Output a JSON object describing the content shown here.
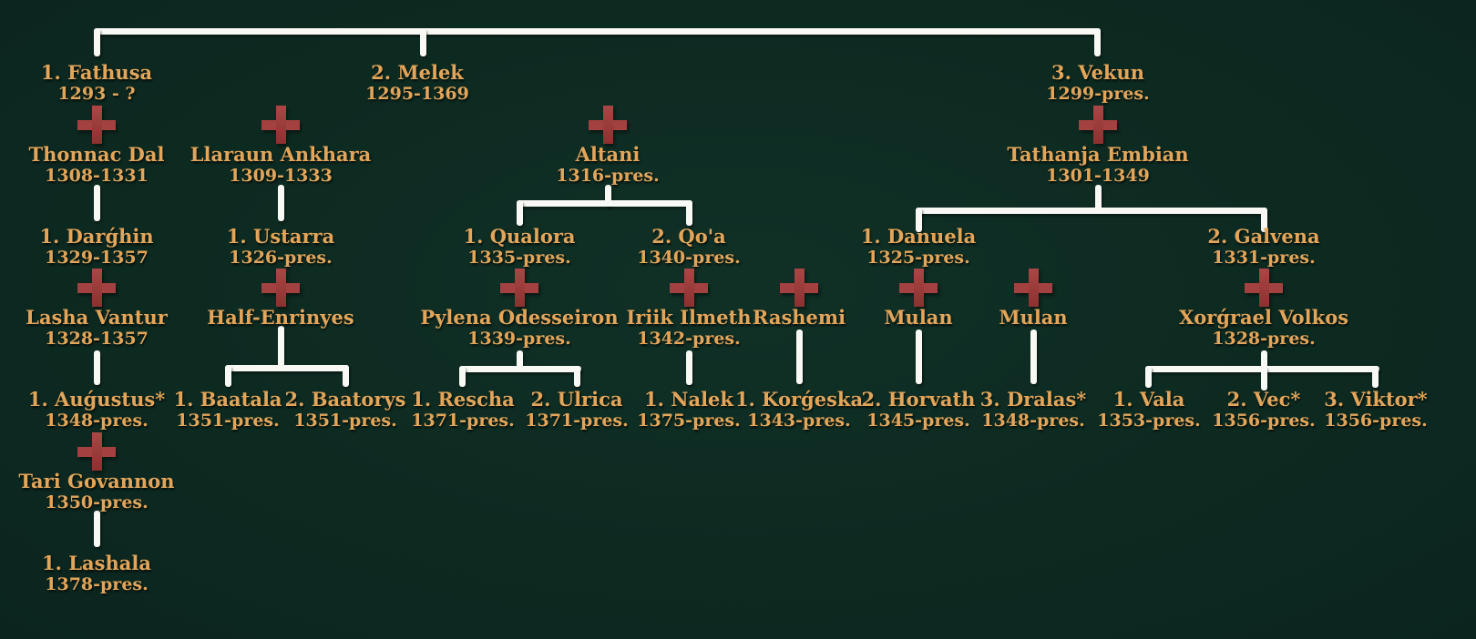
{
  "diagram": {
    "type": "family-tree",
    "background_color": "#0d2a21",
    "text_color": "#e2a55a",
    "line_color": "#f8f8f4",
    "cross_color": "#a34140",
    "cross_meaning": "marriage",
    "generations": 5
  },
  "people": {
    "fathusa": {
      "name": "1. Fathusa",
      "dates": "1293 - ?"
    },
    "melek": {
      "name": "2. Melek",
      "dates": "1295-1369"
    },
    "vekun": {
      "name": "3. Vekun",
      "dates": "1299-pres."
    },
    "thonnac": {
      "name": "Thonnac Dal",
      "dates": "1308-1331"
    },
    "llaraun": {
      "name": "Llaraun Ankhara",
      "dates": "1309-1333"
    },
    "altani": {
      "name": "Altani",
      "dates": "1316-pres."
    },
    "tathanja": {
      "name": "Tathanja Embian",
      "dates": "1301-1349"
    },
    "darghin": {
      "name": "1. Darǵhin",
      "dates": "1329-1357"
    },
    "ustarra": {
      "name": "1. Ustarra",
      "dates": "1326-pres."
    },
    "qualora": {
      "name": "1. Qualora",
      "dates": "1335-pres."
    },
    "qoa": {
      "name": "2. Qo'a",
      "dates": "1340-pres."
    },
    "danuela": {
      "name": "1. Danuela",
      "dates": "1325-pres."
    },
    "galvena": {
      "name": "2. Galvena",
      "dates": "1331-pres."
    },
    "lasha": {
      "name": "Lasha Vantur",
      "dates": "1328-1357"
    },
    "half_enrinyes": {
      "name": "Half-Enrinyes"
    },
    "pylena": {
      "name": "Pylena Odesseiron",
      "dates": "1339-pres."
    },
    "iriik": {
      "name": "Iriik Ilmeth",
      "dates": "1342-pres."
    },
    "rashemi": {
      "name": "Rashemi"
    },
    "mulan1": {
      "name": "Mulan"
    },
    "mulan2": {
      "name": "Mulan"
    },
    "xorgrael": {
      "name": "Xorǵrael Volkos",
      "dates": "1328-pres."
    },
    "augustus": {
      "name": "1. Auǵustus*",
      "dates": "1348-pres."
    },
    "baatala": {
      "name": "1. Baatala",
      "dates": "1351-pres."
    },
    "baatorys": {
      "name": "2. Baatorys",
      "dates": "1351-pres."
    },
    "rescha": {
      "name": "1. Rescha",
      "dates": "1371-pres."
    },
    "ulrica": {
      "name": "2. Ulrica",
      "dates": "1371-pres."
    },
    "nalek": {
      "name": "1. Nalek",
      "dates": "1375-pres."
    },
    "korgeska": {
      "name": "1. Korǵeska",
      "dates": "1343-pres."
    },
    "horvath": {
      "name": "2. Horvath",
      "dates": "1345-pres."
    },
    "dralas": {
      "name": "3. Dralas*",
      "dates": "1348-pres."
    },
    "vala": {
      "name": "1. Vala",
      "dates": "1353-pres."
    },
    "vec": {
      "name": "2. Vec*",
      "dates": "1356-pres."
    },
    "viktor": {
      "name": "3. Viktor*",
      "dates": "1356-pres."
    },
    "tari": {
      "name": "Tari Govannon",
      "dates": "1350-pres."
    },
    "lashala": {
      "name": "1. Lashala",
      "dates": "1378-pres."
    }
  }
}
